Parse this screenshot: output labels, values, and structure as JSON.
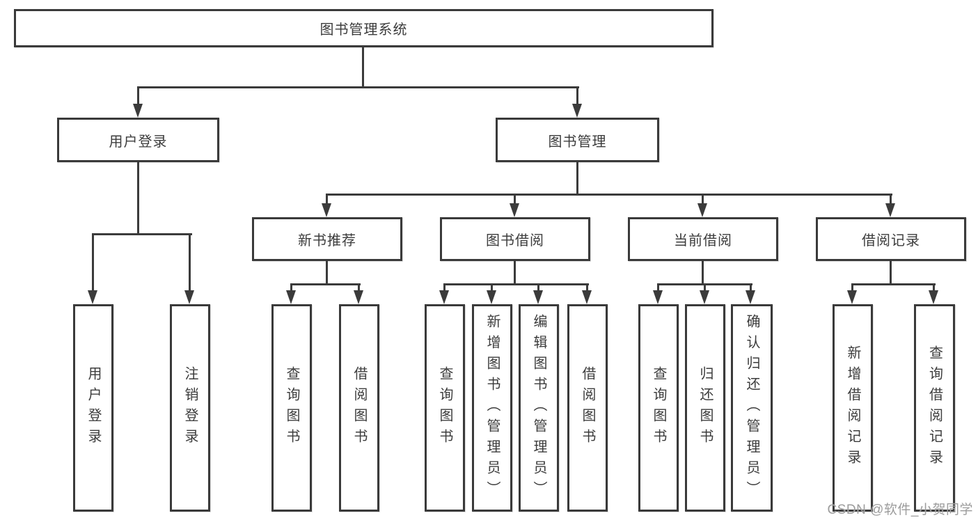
{
  "watermark": "CSDN @软件_小贺同学",
  "colors": {
    "line": "#3b3b3b",
    "border": "#3a3a3a",
    "text": "#3c3c3c",
    "background": "#ffffff",
    "watermark": "#9c9c9c"
  },
  "tree": {
    "root": "图书管理系统",
    "branches": [
      {
        "label": "用户登录",
        "children": [
          "用户登录",
          "注销登录"
        ]
      },
      {
        "label": "图书管理",
        "groups": [
          {
            "label": "新书推荐",
            "children": [
              "查询图书",
              "借阅图书"
            ]
          },
          {
            "label": "图书借阅",
            "children": [
              "查询图书",
              "新增图书（管理员）",
              "编辑图书（管理员）",
              "借阅图书"
            ]
          },
          {
            "label": "当前借阅",
            "children": [
              "查询图书",
              "归还图书",
              "确认归还（管理员）"
            ]
          },
          {
            "label": "借阅记录",
            "children": [
              "新增借阅记录",
              "查询借阅记录"
            ]
          }
        ]
      }
    ]
  }
}
